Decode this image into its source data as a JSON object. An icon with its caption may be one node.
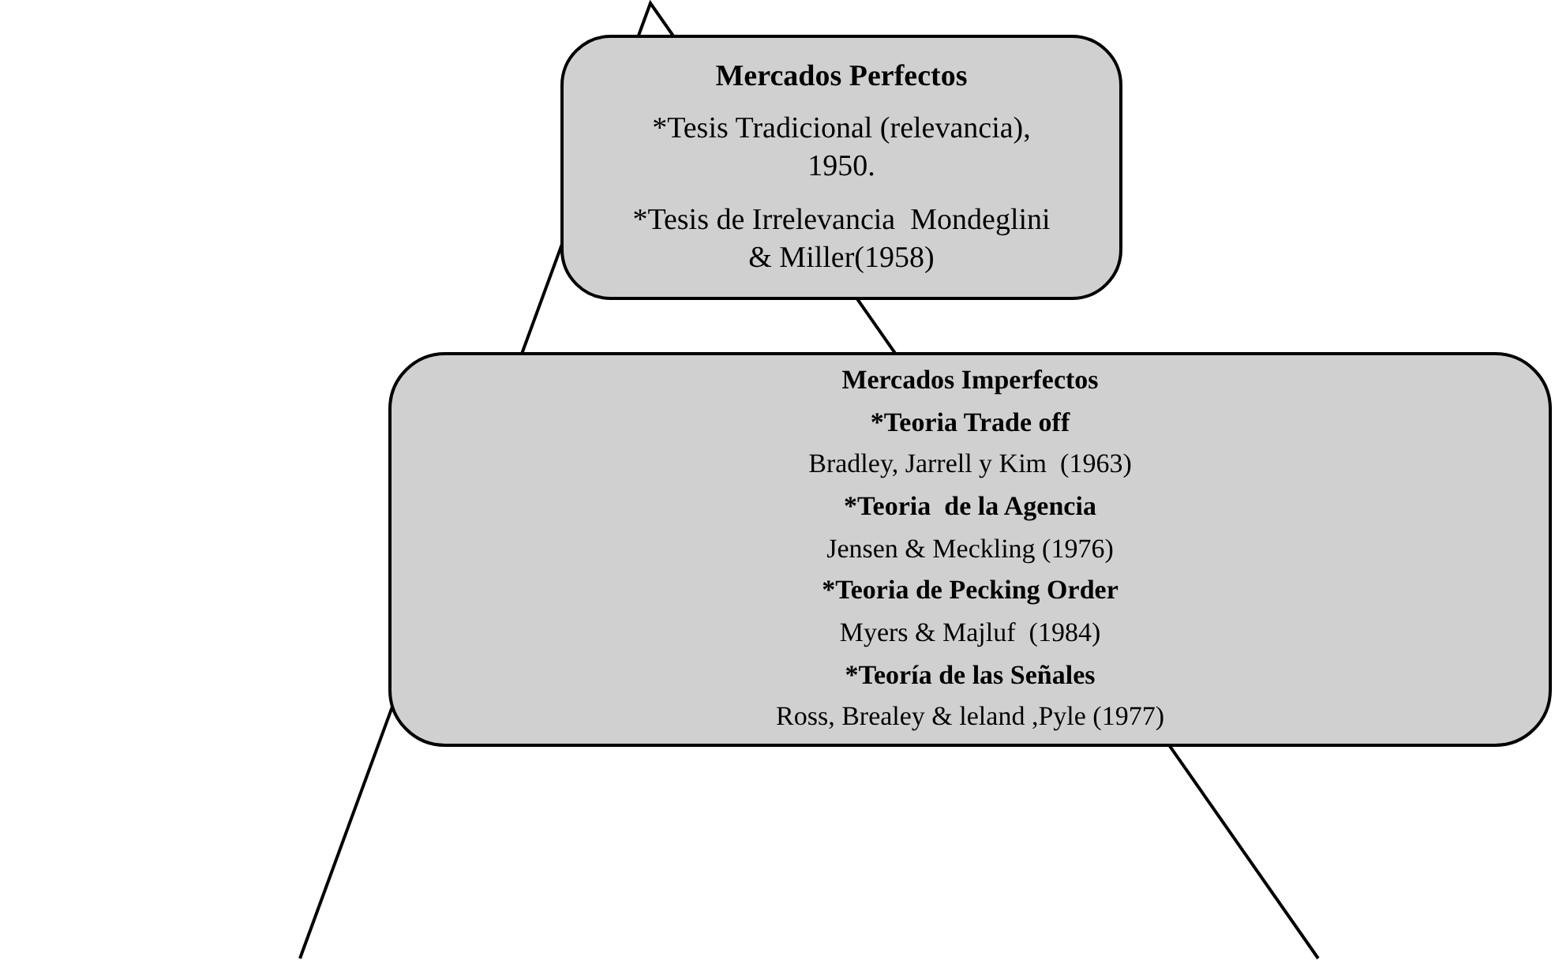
{
  "diagram": {
    "nodes": [
      {
        "text": [
          "Mercados Perfectos",
          "*Tesis Tradicional (relevancia), 1950.",
          "*Tesis de Irrelevancia  Mondeglini & Miller(1958)"
        ]
      },
      {
        "text": [
          "Mercados Imperfectos",
          "*Teoria Trade off",
          "Bradley, Jarrell y Kim  (1963)",
          "*Teoria  de la Agencia",
          "Jensen & Meckling (1976)",
          "*Teoria de Pecking Order",
          "Myers & Majluf  (1984)",
          "*Teoría de las Señales",
          "Ross, Brealey & leland ,Pyle (1977)"
        ]
      }
    ]
  }
}
